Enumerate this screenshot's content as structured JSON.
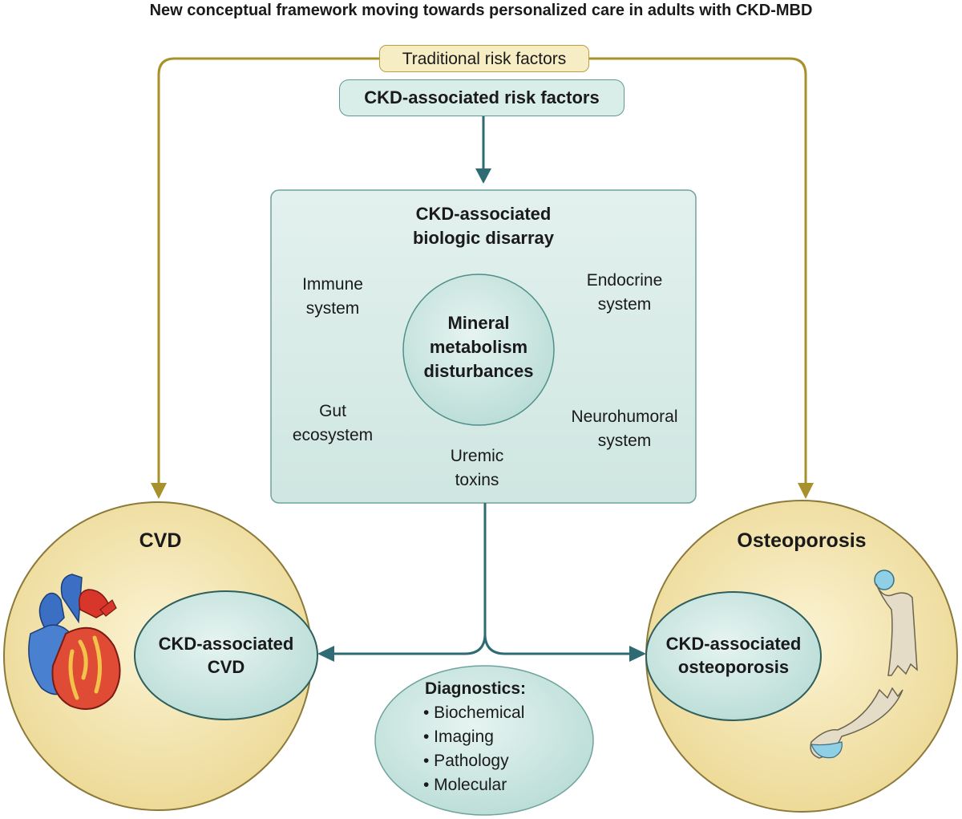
{
  "title": "New conceptual framework moving towards personalized care in adults with CKD-MBD",
  "traditional_risk": "Traditional risk factors",
  "ckd_risk": "CKD-associated risk factors",
  "disarray": {
    "title_line1": "CKD-associated",
    "title_line2": "biologic disarray",
    "center_line1": "Mineral",
    "center_line2": "metabolism",
    "center_line3": "disturbances",
    "immune_line1": "Immune",
    "immune_line2": "system",
    "endocrine_line1": "Endocrine",
    "endocrine_line2": "system",
    "gut_line1": "Gut",
    "gut_line2": "ecosystem",
    "neuro_line1": "Neurohumoral",
    "neuro_line2": "system",
    "uremic_line1": "Uremic",
    "uremic_line2": "toxins"
  },
  "cvd": {
    "title": "CVD",
    "inner_line1": "CKD-associated",
    "inner_line2": "CVD"
  },
  "osteo": {
    "title": "Osteoporosis",
    "inner_line1": "CKD-associated",
    "inner_line2": "osteoporosis"
  },
  "diagnostics": {
    "heading": "Diagnostics:",
    "items": [
      "• Biochemical",
      "• Imaging",
      "• Pathology",
      "• Molecular"
    ]
  },
  "colors": {
    "gold_arrow": "#a8902a",
    "teal_arrow": "#2e6b73",
    "circle_fill": "#f3e6b1",
    "teal_fill": "#d9ede9"
  }
}
